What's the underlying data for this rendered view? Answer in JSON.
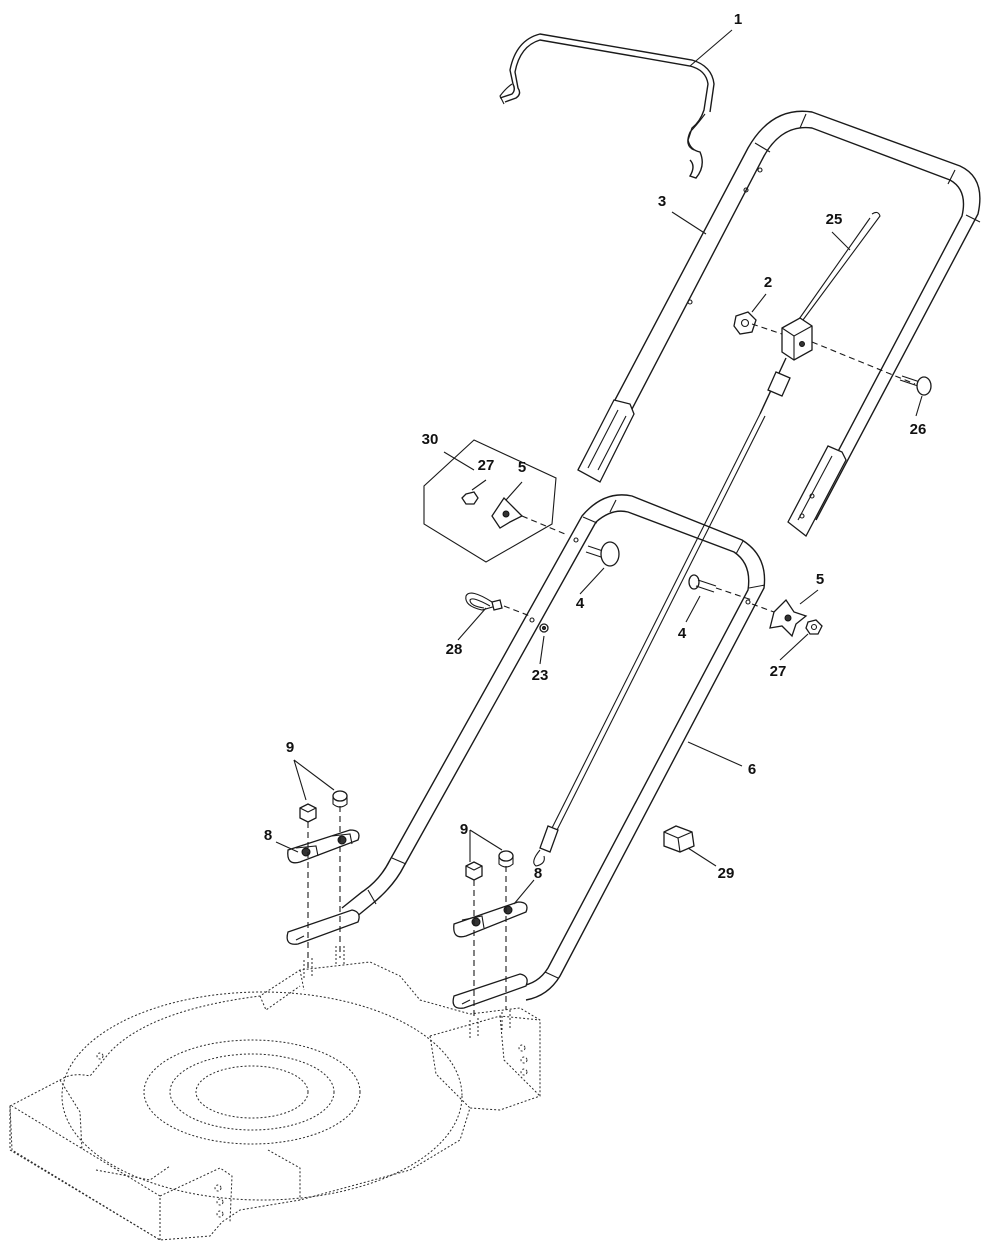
{
  "callouts": {
    "c1": "1",
    "c2": "2",
    "c3": "3",
    "c4a": "4",
    "c4b": "4",
    "c5a": "5",
    "c5b": "5",
    "c6": "6",
    "c8a": "8",
    "c8b": "8",
    "c9a": "9",
    "c9b": "9",
    "c23": "23",
    "c25": "25",
    "c26": "26",
    "c27a": "27",
    "c27b": "27",
    "c28": "28",
    "c29": "29",
    "c30": "30"
  },
  "colors": {
    "line": "#1a1a1a",
    "background": "#ffffff"
  }
}
